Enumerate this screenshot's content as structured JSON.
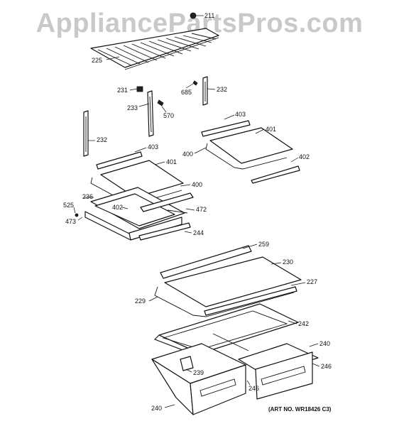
{
  "watermark": "AppliancePartsPros.com",
  "art_number": "(ART NO. WR18426 C3)",
  "callouts": {
    "c211": "211",
    "c225": "225",
    "c231": "231",
    "c685": "685",
    "c232a": "232",
    "c233": "233",
    "c570": "570",
    "c232b": "232",
    "c403a": "403",
    "c401a": "401",
    "c400a": "400",
    "c402a": "402",
    "c403b": "403",
    "c401b": "401",
    "c400b": "400",
    "c236": "236",
    "c525": "525",
    "c473": "473",
    "c402b": "402",
    "c472": "472",
    "c244": "244",
    "c259": "259",
    "c230": "230",
    "c227": "227",
    "c229": "229",
    "c242": "242",
    "c240a": "240",
    "c246a": "246",
    "c239": "239",
    "c246b": "246",
    "c240b": "240"
  }
}
